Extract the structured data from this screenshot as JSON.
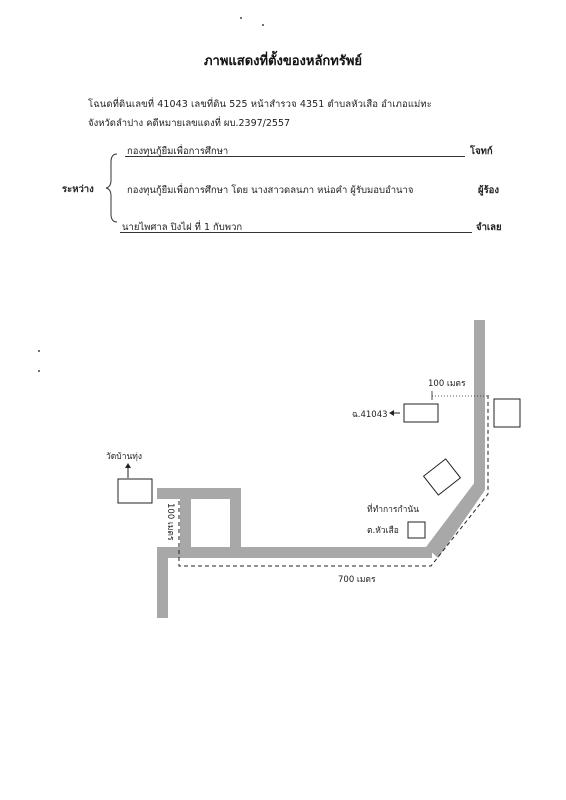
{
  "header": {
    "title": "ภาพแสดงที่ตั้งของหลักทรัพย์",
    "line1": "โฉนดที่ดินเลขที่  41043  เลขที่ดิน  525  หน้าสำรวจ  4351  ตำบลหัวเสือ  อำเภอแม่ทะ",
    "line2": "จังหวัดลำปาง   คดีหมายเลขแดงที่   ผบ.2397/2557"
  },
  "parties": {
    "between_label": "ระหว่าง",
    "plaintiff_name": "กองทุนกู้ยืมเพื่อการศึกษา",
    "plaintiff_role": "โจทก์",
    "petitioner_name": "กองทุนกู้ยืมเพื่อการศึกษา  โดย  นางสาวดลนภา  หน่อคำ  ผู้รับมอบอำนาจ",
    "petitioner_role": "ผู้ร้อง",
    "defendant_name": "นายไพศาล  ปิงไฝ  ที่  1  กับพวก",
    "defendant_role": "จำเลย"
  },
  "map": {
    "temple_label": "วัดบ้านทุ่ง",
    "distance_100_top": "100 เมตร",
    "distance_100_left": "100 เมตร",
    "distance_700": "700 เมตร",
    "plot_label": "ฉ.41043",
    "office_label_1": "ที่ทำการกำนัน",
    "office_label_2": "ต.หัวเสือ"
  },
  "colors": {
    "road": "#a8a8a8",
    "ink": "#222222"
  }
}
